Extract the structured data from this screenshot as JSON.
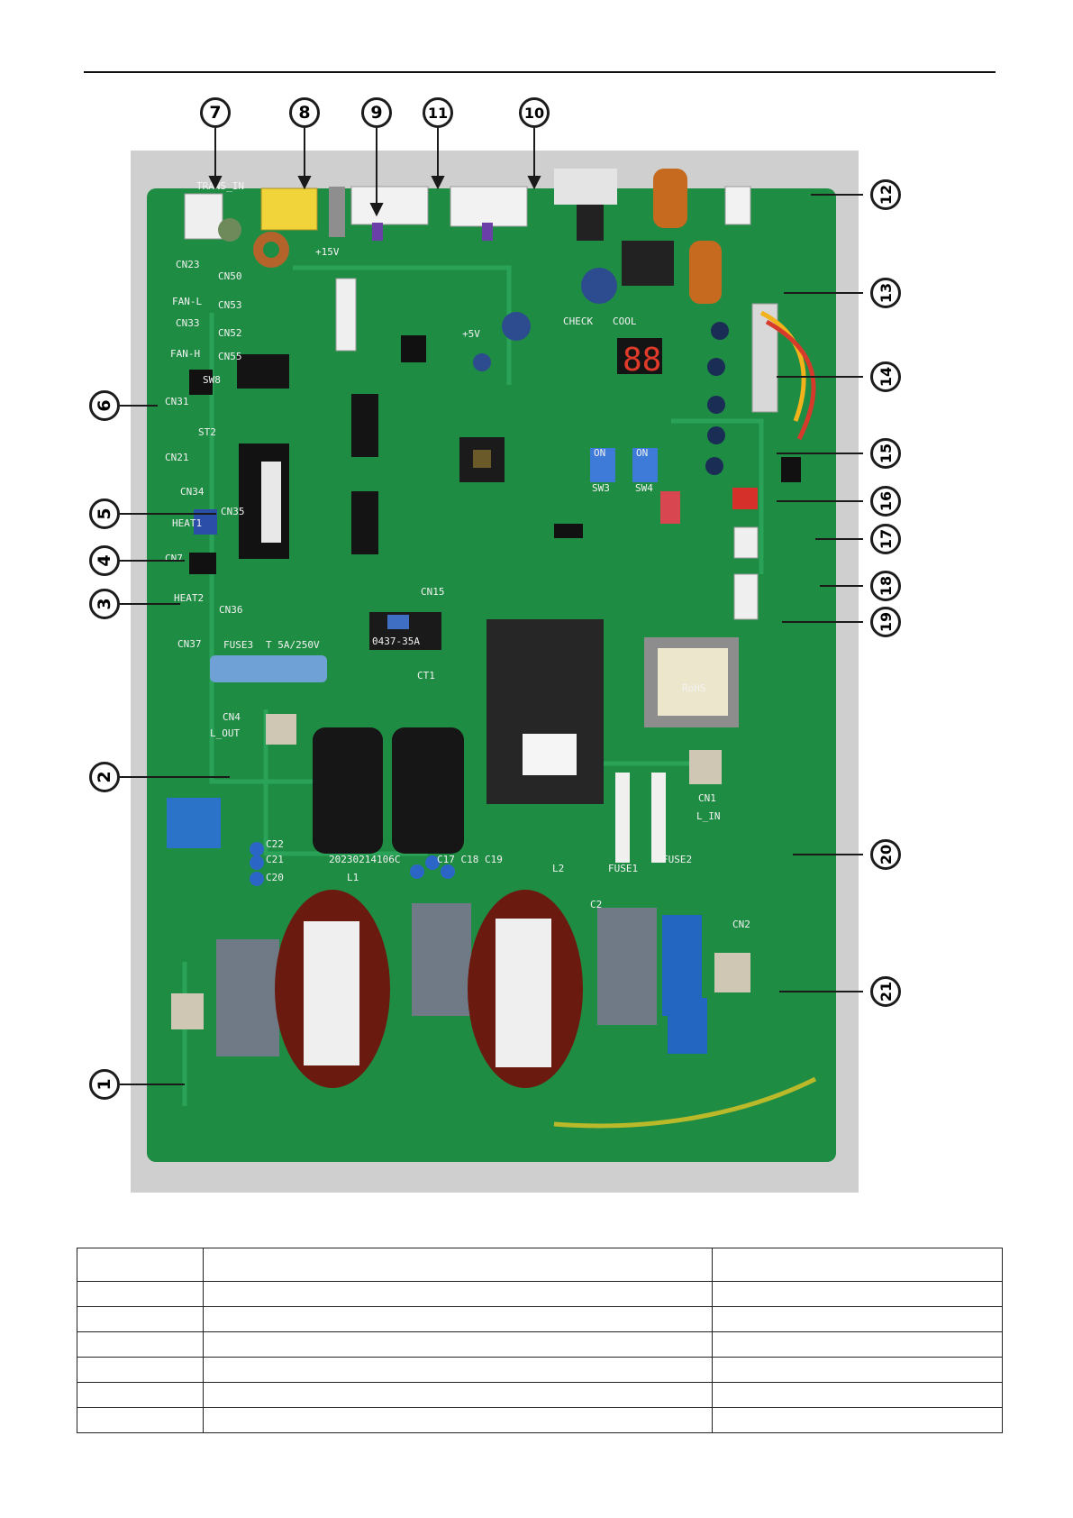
{
  "callouts": {
    "c1": "1",
    "c2": "2",
    "c3": "3",
    "c4": "4",
    "c5": "5",
    "c6": "6",
    "c7": "7",
    "c8": "8",
    "c9": "9",
    "c10": "10",
    "c11": "11",
    "c12": "12",
    "c13": "13",
    "c14": "14",
    "c15": "15",
    "c16": "16",
    "c17": "17",
    "c18": "18",
    "c19": "19",
    "c20": "20",
    "c21": "21"
  },
  "board_labels": {
    "trans_in": "TRANS_IN",
    "cn23": "CN23",
    "cn50": "CN50",
    "fan_l": "FAN-L",
    "cn53": "CN53",
    "cn33": "CN33",
    "cn52": "CN52",
    "fan_h": "FAN-H",
    "cn55": "CN55",
    "sw8": "SW8",
    "cn31": "CN31",
    "st2": "ST2",
    "cn21": "CN21",
    "cn34": "CN34",
    "cn35": "CN35",
    "heat1": "HEAT1",
    "cn7": "CN7",
    "heat2": "HEAT2",
    "cn36": "CN36",
    "cn37": "CN37",
    "fuse3": "FUSE3",
    "fuse3_rating": "T 5A/250V",
    "ct1": "CT1",
    "ct_part": "0437-35A",
    "cn4": "CN4",
    "l_out": "L_OUT",
    "date_code": "20230214106C",
    "caps_mid": "C17 C18 C19",
    "l1": "L1",
    "l2": "L2",
    "c2": "C2",
    "c20": "C20",
    "c21": "C21",
    "c22": "C22",
    "plus15v": "+15V",
    "plus5v": "+5V",
    "check": "CHECK",
    "cool": "COOL",
    "sw3": "SW3",
    "sw4": "SW4",
    "display": "88",
    "on_a": "ON",
    "on_b": "ON",
    "cn15": "CN15",
    "cn1": "CN1",
    "l_in": "L_IN",
    "fuse1": "FUSE1",
    "fuse2": "FUSE2",
    "cn2": "CN2",
    "rohs": "RoHS"
  }
}
